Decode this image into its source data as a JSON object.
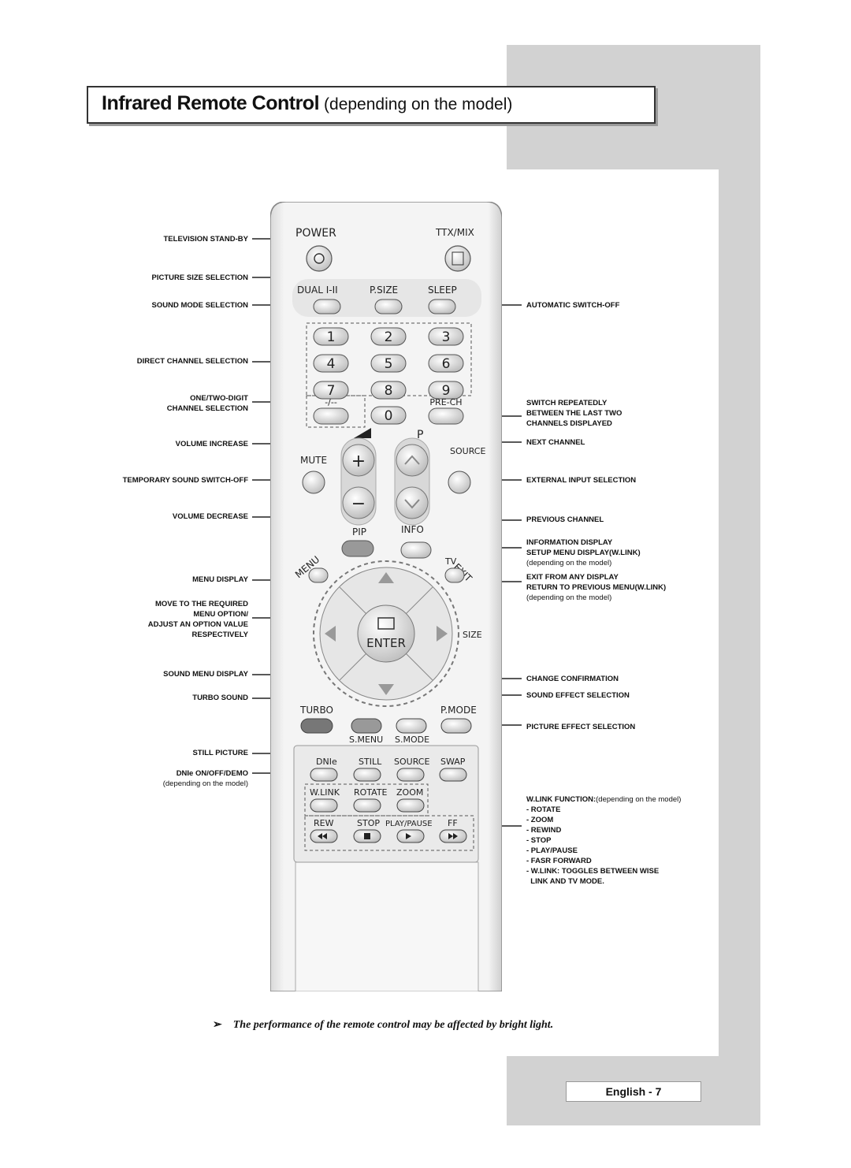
{
  "header": {
    "title": "Infrared Remote Control",
    "subtitle": "(depending on the model)"
  },
  "left_labels": [
    {
      "id": "tv-standby",
      "lines": [
        "TELEVISION STAND-BY"
      ]
    },
    {
      "id": "picture-size",
      "lines": [
        "PICTURE SIZE SELECTION"
      ]
    },
    {
      "id": "sound-mode",
      "lines": [
        "SOUND MODE SELECTION"
      ]
    },
    {
      "id": "direct-channel",
      "lines": [
        "DIRECT CHANNEL SELECTION"
      ]
    },
    {
      "id": "one-two-digit",
      "lines": [
        "ONE/TWO-DIGIT",
        "CHANNEL SELECTION"
      ]
    },
    {
      "id": "volume-increase",
      "lines": [
        "VOLUME INCREASE"
      ]
    },
    {
      "id": "temp-sound-off",
      "lines": [
        "TEMPORARY SOUND SWITCH-OFF"
      ]
    },
    {
      "id": "volume-decrease",
      "lines": [
        "VOLUME DECREASE"
      ]
    },
    {
      "id": "menu-display",
      "lines": [
        "MENU DISPLAY"
      ]
    },
    {
      "id": "move-menu",
      "lines": [
        "MOVE TO THE REQUIRED",
        "MENU OPTION/",
        "ADJUST AN OPTION VALUE",
        "RESPECTIVELY"
      ]
    },
    {
      "id": "sound-menu",
      "lines": [
        "SOUND MENU DISPLAY"
      ]
    },
    {
      "id": "turbo-sound",
      "lines": [
        "TURBO SOUND"
      ]
    },
    {
      "id": "still-picture",
      "lines": [
        "STILL PICTURE"
      ]
    },
    {
      "id": "dnie",
      "lines": [
        "DNIe ON/OFF/DEMO"
      ],
      "note": "(depending on the model)"
    }
  ],
  "right_labels": [
    {
      "id": "auto-off",
      "lines": [
        "AUTOMATIC SWITCH-OFF"
      ]
    },
    {
      "id": "switch-repeatedly",
      "lines": [
        "SWITCH REPEATEDLY",
        "BETWEEN THE LAST TWO",
        "CHANNELS DISPLAYED"
      ]
    },
    {
      "id": "next-channel",
      "lines": [
        "NEXT CHANNEL"
      ]
    },
    {
      "id": "external-input",
      "lines": [
        "EXTERNAL INPUT SELECTION"
      ]
    },
    {
      "id": "previous-channel",
      "lines": [
        "PREVIOUS CHANNEL"
      ]
    },
    {
      "id": "info-display",
      "lines": [
        "INFORMATION DISPLAY",
        "SETUP MENU DISPLAY(W.LINK)"
      ],
      "note": "(depending on the model)"
    },
    {
      "id": "exit-display",
      "lines": [
        "EXIT FROM ANY DISPLAY",
        "RETURN TO PREVIOUS MENU(W.LINK)"
      ],
      "note": "(depending on the model)"
    },
    {
      "id": "change-confirm",
      "lines": [
        "CHANGE CONFIRMATION"
      ]
    },
    {
      "id": "sound-effect",
      "lines": [
        "SOUND EFFECT SELECTION"
      ]
    },
    {
      "id": "picture-effect",
      "lines": [
        "PICTURE EFFECT SELECTION"
      ]
    }
  ],
  "wlink": {
    "title": "W.LINK FUNCTION:",
    "title_note": "(depending on the model)",
    "items": [
      "- ROTATE",
      "- ZOOM",
      "- REWIND",
      "- STOP",
      "- PLAY/PAUSE",
      "- FASR FORWARD",
      "- W.LINK: TOGGLES BETWEEN WISE",
      "  LINK AND TV MODE."
    ]
  },
  "remote": {
    "power": "POWER",
    "ttx": "TTX/MIX",
    "dual": "DUAL I-II",
    "psize": "P.SIZE",
    "sleep": "SLEEP",
    "digits": [
      "1",
      "2",
      "3",
      "4",
      "5",
      "6",
      "7",
      "8",
      "9"
    ],
    "zero": "0",
    "dash": "-/--",
    "prech": "PRE-CH",
    "p": "P",
    "mute": "MUTE",
    "source": "SOURCE",
    "pip": "PIP",
    "info": "INFO",
    "menu": "MENU",
    "tv": "TV",
    "exit": "EXIT",
    "enter": "ENTER",
    "size": "SIZE",
    "turbo": "TURBO",
    "pmode": "P.MODE",
    "smenu": "S.MENU",
    "smode": "S.MODE",
    "dnie": "DNIe",
    "still": "STILL",
    "source2": "SOURCE",
    "swap": "SWAP",
    "wlink": "W.LINK",
    "rotate": "ROTATE",
    "zoom": "ZOOM",
    "rew": "REW",
    "stop": "STOP",
    "playpause": "PLAY/PAUSE",
    "ff": "FF"
  },
  "note": {
    "arrow": "➢",
    "text": "The performance of the remote control may be affected by bright light."
  },
  "footer": {
    "page": "English - 7"
  }
}
